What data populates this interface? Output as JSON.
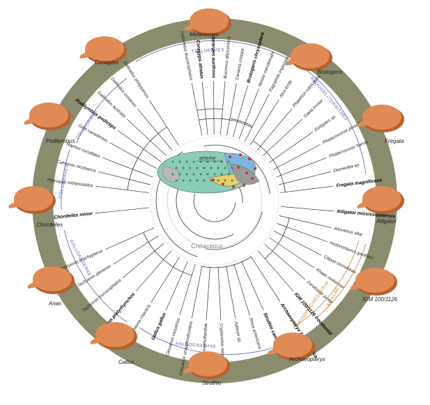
{
  "clades": [
    {
      "label": "TELLURAVES",
      "color": "#5a5fb0"
    },
    {
      "label": "AEQUORLITORNITHES",
      "color": "#5a5fb0"
    },
    {
      "label": "GRUIFORMES",
      "color": "#5a5fb0"
    },
    {
      "label": "COLUMBAVES",
      "color": "#5a5fb0"
    },
    {
      "label": "GALLOANSERAE",
      "color": "#5a5fb0"
    },
    {
      "label": "PALEOGNATHAE",
      "color": "#5a5fb0"
    },
    {
      "label": "DEINONYCHOSAURIA",
      "color": "#d07a2a"
    },
    {
      "label": "AVIALAE",
      "color": "#d07a2a"
    }
  ],
  "center": {
    "anterior": "anterior",
    "cretaceous": "Cretaceous"
  },
  "taxa": [
    {
      "name": "Haliaeetus leucocephalus",
      "bold": false,
      "angle": -101
    },
    {
      "name": "Coragyps atratus",
      "bold": true,
      "angle": -96
    },
    {
      "name": "Melanerpes aurifrons",
      "bold": true,
      "angle": -90.5
    },
    {
      "name": "Bucorvus abyssinicus",
      "bold": false,
      "angle": -85
    },
    {
      "name": "Cariama cristata",
      "bold": false,
      "angle": -79.5
    },
    {
      "name": "Brotogeris chrysoptera",
      "bold": true,
      "angle": -74
    },
    {
      "name": "Nestor meridionalis",
      "bold": false,
      "angle": -68.5
    },
    {
      "name": "Pagophila imperialis",
      "bold": false,
      "angle": -63
    },
    {
      "name": "Alca torda",
      "bold": false,
      "angle": -57.5
    },
    {
      "name": "Phaethon rubricauda",
      "bold": false,
      "angle": -50
    },
    {
      "name": "Gavia immer",
      "bold": false,
      "angle": -43
    },
    {
      "name": "Eudyptes sp.",
      "bold": false,
      "angle": -35
    },
    {
      "name": "Phalacrocorax penicillatus",
      "bold": false,
      "angle": -28
    },
    {
      "name": "Phalacrocorax harrisi",
      "bold": false,
      "angle": -21
    },
    {
      "name": "Diomedea sp.",
      "bold": false,
      "angle": -14
    },
    {
      "name": "Fregata magnificens",
      "bold": true,
      "angle": -7
    },
    {
      "name": "Alligator mississippiensis",
      "bold": true,
      "angle": 5
    },
    {
      "name": "Alioramus altai",
      "bold": false,
      "angle": 13
    },
    {
      "name": "Incisivosaurus gauthieri",
      "bold": false,
      "angle": 20
    },
    {
      "name": "Citipati osmolskae",
      "bold": false,
      "angle": 27
    },
    {
      "name": "Khaan mckennai",
      "bold": false,
      "angle": 34
    },
    {
      "name": "Zanabazar junior",
      "bold": false,
      "angle": 41
    },
    {
      "name": "IGM 100/1126 troodontid",
      "bold": true,
      "angle": 49
    },
    {
      "name": "Archaeopteryx lithographica",
      "bold": true,
      "angle": 57
    },
    {
      "name": "Struthio camelus",
      "bold": true,
      "angle": 66
    },
    {
      "name": "Rhea americana",
      "bold": false,
      "angle": 73
    },
    {
      "name": "Apteryx sp.",
      "bold": false,
      "angle": 80
    },
    {
      "name": "Crypturellus tataupa",
      "bold": false,
      "angle": 87
    },
    {
      "name": "Dromaius novaehollandiae",
      "bold": false,
      "angle": 94
    },
    {
      "name": "Casuarius unappendiculatus",
      "bold": false,
      "angle": 101
    },
    {
      "name": "Casuarius casuarius",
      "bold": false,
      "angle": 107
    },
    {
      "name": "Gallus gallus",
      "bold": true,
      "angle": 114
    },
    {
      "name": "Chauna chavaria",
      "bold": false,
      "angle": 122
    },
    {
      "name": "Anas platyrhynchos",
      "bold": true,
      "angle": 131
    },
    {
      "name": "Tachyeres leucocephalus",
      "bold": false,
      "angle": 140
    },
    {
      "name": "Tachyeres pteneres",
      "bold": false,
      "angle": 148
    },
    {
      "name": "Tachyeres brachypterus",
      "bold": false,
      "angle": 156
    },
    {
      "name": "Chordeiles minor",
      "bold": true,
      "angle": 174
    },
    {
      "name": "Ptilinopus melanospilus",
      "bold": false,
      "angle": 187
    },
    {
      "name": "Caloenas nicobarica",
      "bold": false,
      "angle": 194
    },
    {
      "name": "Raphus cucullatus",
      "bold": false,
      "angle": 201
    },
    {
      "name": "Grus canadensis",
      "bold": false,
      "angle": 209
    },
    {
      "name": "Podilymbus podiceps",
      "bold": true,
      "angle": 216
    },
    {
      "name": "Gallirallus australis",
      "bold": false,
      "angle": 223
    },
    {
      "name": "Gallirallus coxianus",
      "bold": false,
      "angle": 230
    },
    {
      "name": "Gallirallus philippensis",
      "bold": false,
      "angle": 237
    }
  ],
  "skulls": [
    {
      "label": "Melanerpes"
    },
    {
      "label": "Coragyps"
    },
    {
      "label": "Brotogeris"
    },
    {
      "label": "Podilymbus"
    },
    {
      "label": "Fregata"
    },
    {
      "label": "Chordeiles"
    },
    {
      "label": "Alligator"
    },
    {
      "label": "Anas"
    },
    {
      "label": "IGM 100/1126"
    },
    {
      "label": "Gallus"
    },
    {
      "label": "Archaeopteryx"
    },
    {
      "label": "Struthio"
    }
  ],
  "colors": {
    "ring": "#8b8b6e",
    "skull": "#e08a55",
    "skull_shadow": "#b8602e",
    "clade_blue": "#5a5fb0",
    "clade_orange": "#d07a2a",
    "brain_green": "#8ccbb8",
    "brain_blue": "#7fb6e0",
    "brain_yellow": "#e8cf6a",
    "landmark_green": "#2f8f4a",
    "landmark_red": "#c0392b"
  }
}
